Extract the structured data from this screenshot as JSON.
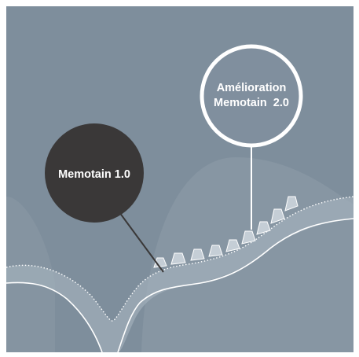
{
  "callouts": {
    "memotain_1": {
      "label": "Memotain 1.0",
      "fill_color": "#3a3838"
    },
    "memotain_2": {
      "line1": "Amélioration",
      "line2": "Memotain  2.0",
      "fill_color": "#808f9e",
      "ring_color": "#ffffff"
    }
  },
  "colors": {
    "background": "#7e8e9c",
    "wire_band": "#97a5b1",
    "gum_overlay": "#a0adb9"
  }
}
